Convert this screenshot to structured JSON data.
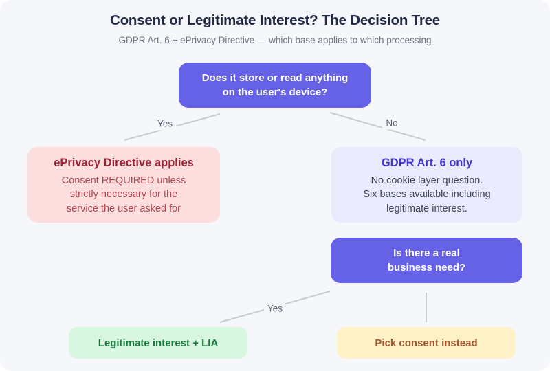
{
  "header": {
    "title": "Consent or Legitimate Interest? The Decision Tree",
    "subtitle": "GDPR Art. 6 + ePrivacy Directive — which base applies to which processing"
  },
  "tree": {
    "root_question": "Does it store or read anything\non the user's device?",
    "edge_yes_label": "Yes",
    "edge_no_label": "No",
    "eprivacy": {
      "title": "ePrivacy Directive applies",
      "body": "Consent REQUIRED unless\nstrictly necessary for the\nservice the user asked for"
    },
    "gdpr": {
      "title": "GDPR Art. 6 only",
      "body": "No cookie layer question.\nSix bases available including\nlegitimate interest."
    },
    "business_need_question": "Is there a real\nbusiness need?",
    "edge_business_yes_label": "Yes",
    "outcome_legitimate_interest": "Legitimate interest + LIA",
    "outcome_consent": "Pick consent instead"
  },
  "colors": {
    "canvas_background": "#f5f7fb",
    "question_box": "#6562e8",
    "question_text": "#ffffff",
    "eprivacy_box": "#fcdede",
    "eprivacy_title": "#9b2231",
    "eprivacy_body": "#b0434e",
    "gdpr_box": "#e9ebfc",
    "gdpr_title": "#4334d2",
    "gdpr_body": "#3d4357",
    "legitimate_interest_box": "#d9f6e1",
    "legitimate_interest_text": "#1a7a3d",
    "consent_box": "#fdf1c8",
    "consent_text": "#a2552b",
    "connector_line": "#c9cbd5",
    "edge_label_text": "#5a6070",
    "title_text": "#232a45",
    "subtitle_text": "#6f7480"
  }
}
